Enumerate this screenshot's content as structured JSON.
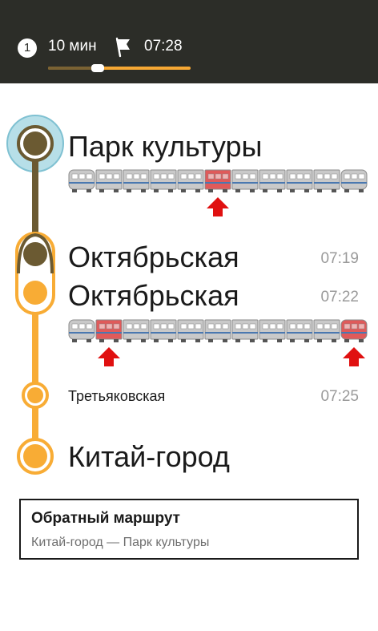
{
  "header": {
    "step_number": "1",
    "duration": "10 мин",
    "arrival_time": "07:28",
    "progress": 0.35,
    "track_color": "#f6a834",
    "traveled_color": "#7a6233"
  },
  "line_colors": {
    "line_brown": "#6b5a32",
    "line_orange": "#f8ac35",
    "highlight_car": "#e05a5a",
    "arrow_red": "#e01010"
  },
  "stations": [
    {
      "name": "Парк культуры",
      "time": "",
      "role": "start"
    },
    {
      "name": "Октябрьская",
      "time": "07:19",
      "role": "transfer-out"
    },
    {
      "name": "Октябрьская",
      "time": "07:22",
      "role": "transfer-in"
    },
    {
      "name": "Третьяковская",
      "time": "07:25",
      "role": "intermediate"
    },
    {
      "name": "Китай-город",
      "time": "",
      "role": "end"
    }
  ],
  "trains": [
    {
      "recommended_cars": [
        5
      ]
    },
    {
      "recommended_cars": [
        1,
        10
      ]
    }
  ],
  "return_route": {
    "title": "Обратный маршрут",
    "subtitle": "Китай-город — Парк культуры"
  }
}
